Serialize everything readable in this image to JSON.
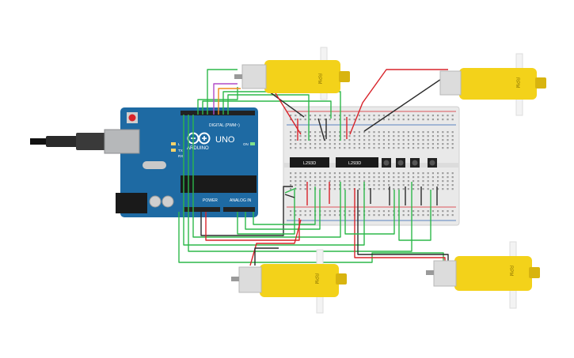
{
  "arduino": {
    "brand": "ARDUINO",
    "model": "UNO",
    "digital_header": "DIGITAL (PWM~)",
    "power_header": "POWER",
    "analog_header": "ANALOG IN",
    "tx_label": "TX",
    "rx_label": "RX",
    "l_label": "L",
    "on_label": "ON",
    "board_color": "#1e6aa3"
  },
  "breadboard": {
    "chips": [
      {
        "label": "L293D"
      },
      {
        "label": "L293D"
      }
    ],
    "buttons_count": 4
  },
  "motors": [
    {
      "label": "RPM"
    },
    {
      "label": "RPM"
    },
    {
      "label": "RPM"
    },
    {
      "label": "RPM"
    }
  ],
  "colors": {
    "motor_body": "#f3d21a",
    "motor_dark": "#d8b40f",
    "wire_green": "#2db84a",
    "wire_red": "#d8232a",
    "wire_black": "#2a2a2a",
    "wire_orange": "#f08a1c",
    "wire_purple": "#b14bc7"
  }
}
